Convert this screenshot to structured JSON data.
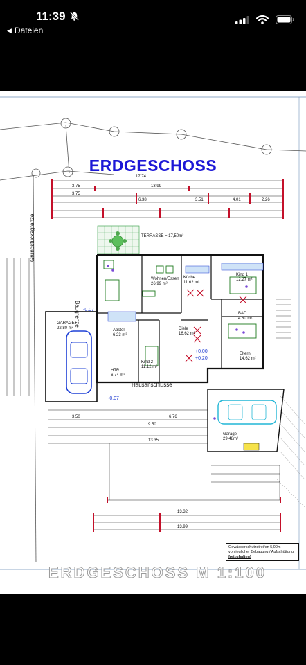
{
  "status_bar": {
    "time": "11:39",
    "muted_icon": "bell-slash-icon",
    "signal_icon": "cellular-signal-icon",
    "wifi_icon": "wifi-icon",
    "battery_icon": "battery-icon"
  },
  "nav": {
    "back_label": "Dateien",
    "back_icon": "back-triangle-icon"
  },
  "document": {
    "title": "ERDGESCHOSS",
    "footer_title": "ERDGESCHOSS  M  1:100",
    "property_line_label": "Grundstücksgrenze",
    "building_line_label": "Baugrenze",
    "house_connections_label": "Hausanschlüsse",
    "terrace_label": "TERRASSE = 17,50m²",
    "rooms": {
      "garage_left": "GARAGE\n22.80 m²",
      "living": "Wohnen/Essen\n26.99 m²",
      "kitchen": "Küche\n11.62 m²",
      "kind1": "Kind 1\n12.27 m²",
      "bad": "BAD\n4.80 m²",
      "eltern": "Eltern\n14.62 m²",
      "diele": "Diele\n16.62 m²",
      "abstell": "Abstell\n6.23 m²",
      "kind2": "Kind 2\n11.12 m²",
      "htr": "HTR\n6.74 m²",
      "garage_right": "Garage\n29.48m²"
    },
    "dims_top": [
      "17.74",
      "13.99",
      "3.75",
      "3.75",
      "6.38",
      "3.51",
      "4.01",
      "2.26"
    ],
    "dims_bottom": [
      "13.35",
      "9.50",
      "3.50",
      "6.76",
      "13.99",
      "13.32"
    ],
    "levels": [
      "+0.00",
      "-0.07",
      "+0.20",
      "-0.07"
    ],
    "note": {
      "line1": "Gewässerschutzstreifen 5,00m",
      "line2": "von jeglicher Bebauung / Aufschüttung",
      "line3": "freizuhalten!"
    }
  }
}
